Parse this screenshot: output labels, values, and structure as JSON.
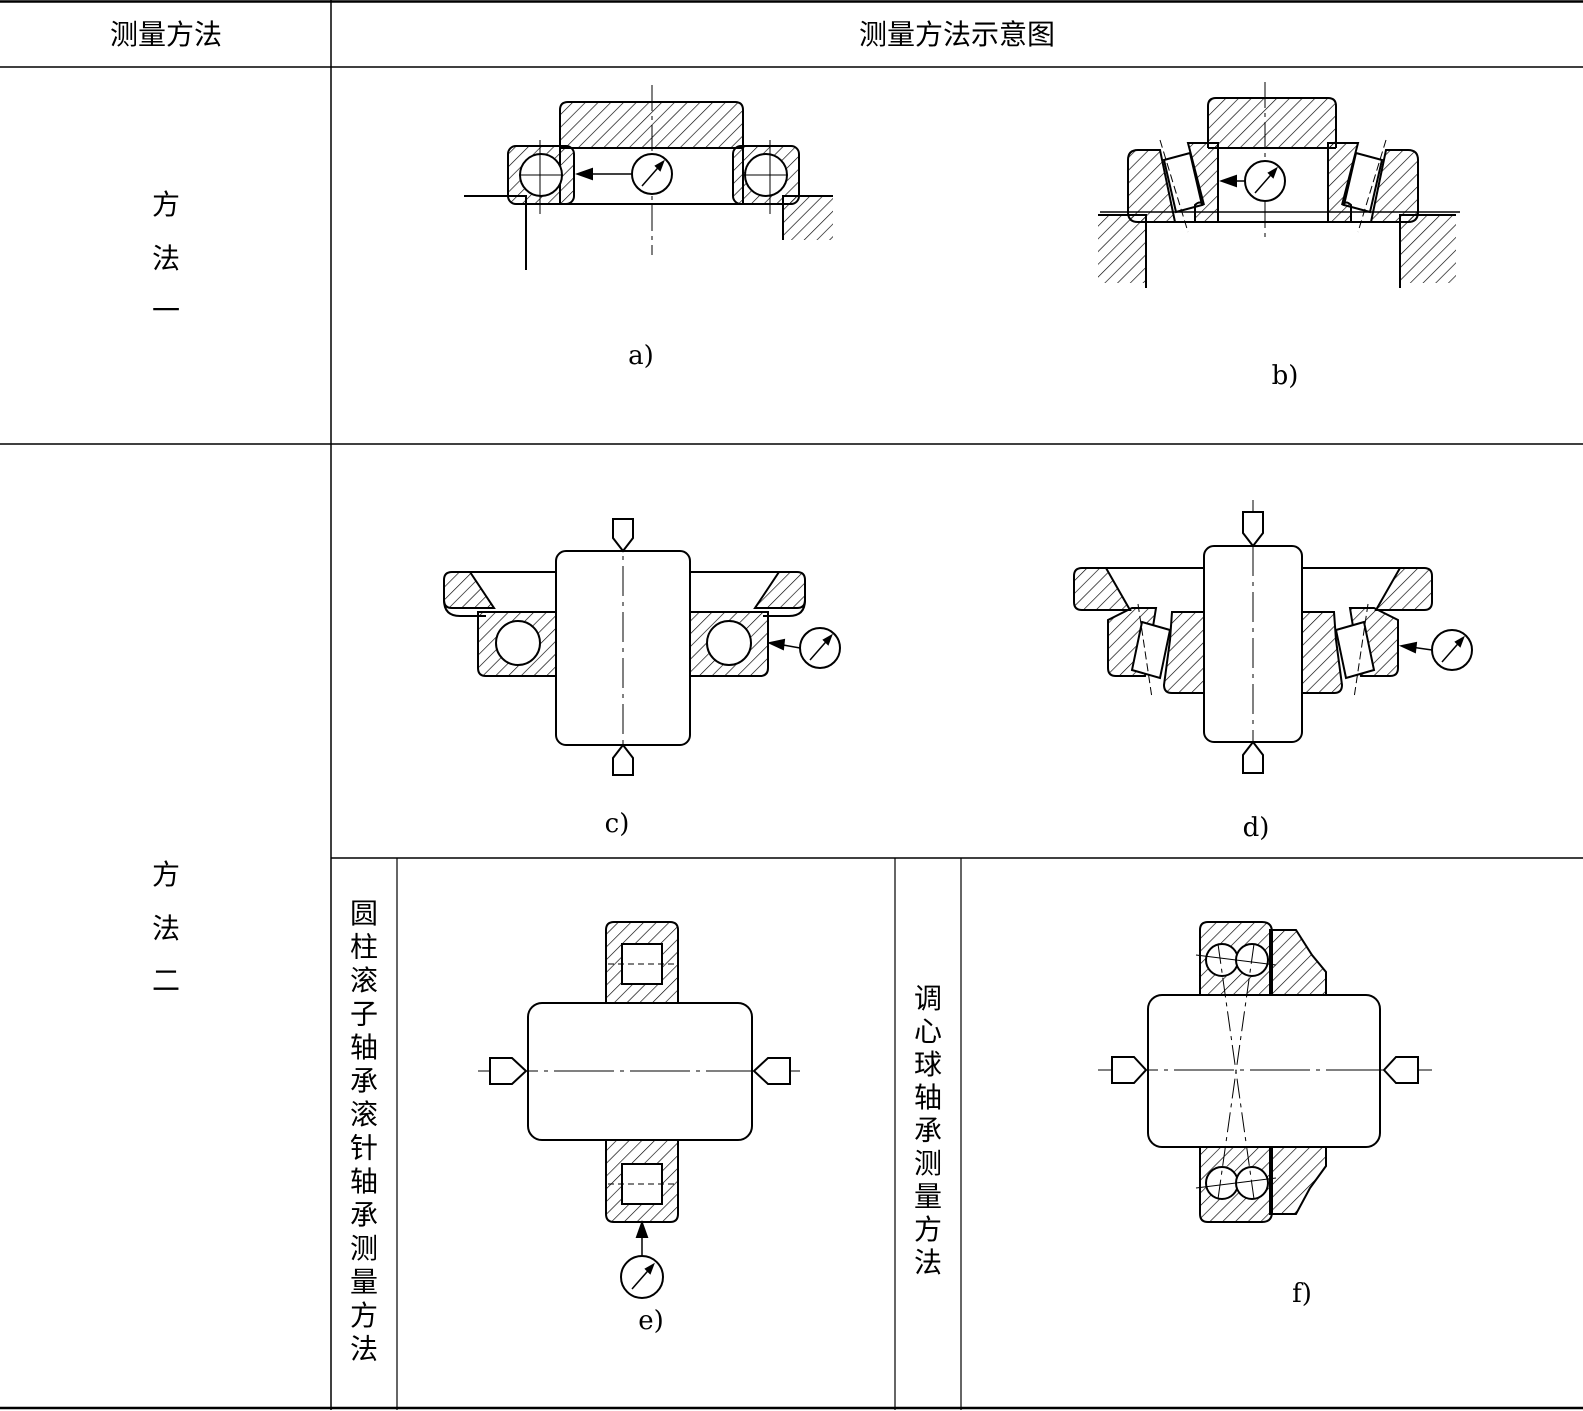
{
  "header": {
    "method_col": "测量方法",
    "diagram_col": "测量方法示意图"
  },
  "methods": {
    "one": [
      "方",
      "法",
      "一"
    ],
    "two": [
      "方",
      "法",
      "二"
    ]
  },
  "captions": {
    "a": "a)",
    "b": "b)",
    "c": "c)",
    "d": "d)",
    "e": "e)",
    "f": "f)"
  },
  "side_labels": {
    "cylindrical": [
      "圆",
      "柱",
      "滚",
      "子",
      "轴",
      "承",
      "滚",
      "针",
      "轴",
      "承",
      "测",
      "量",
      "方",
      "法"
    ],
    "self_aligning": [
      "调",
      "心",
      "球",
      "轴",
      "承",
      "测",
      "量",
      "方",
      "法"
    ]
  }
}
